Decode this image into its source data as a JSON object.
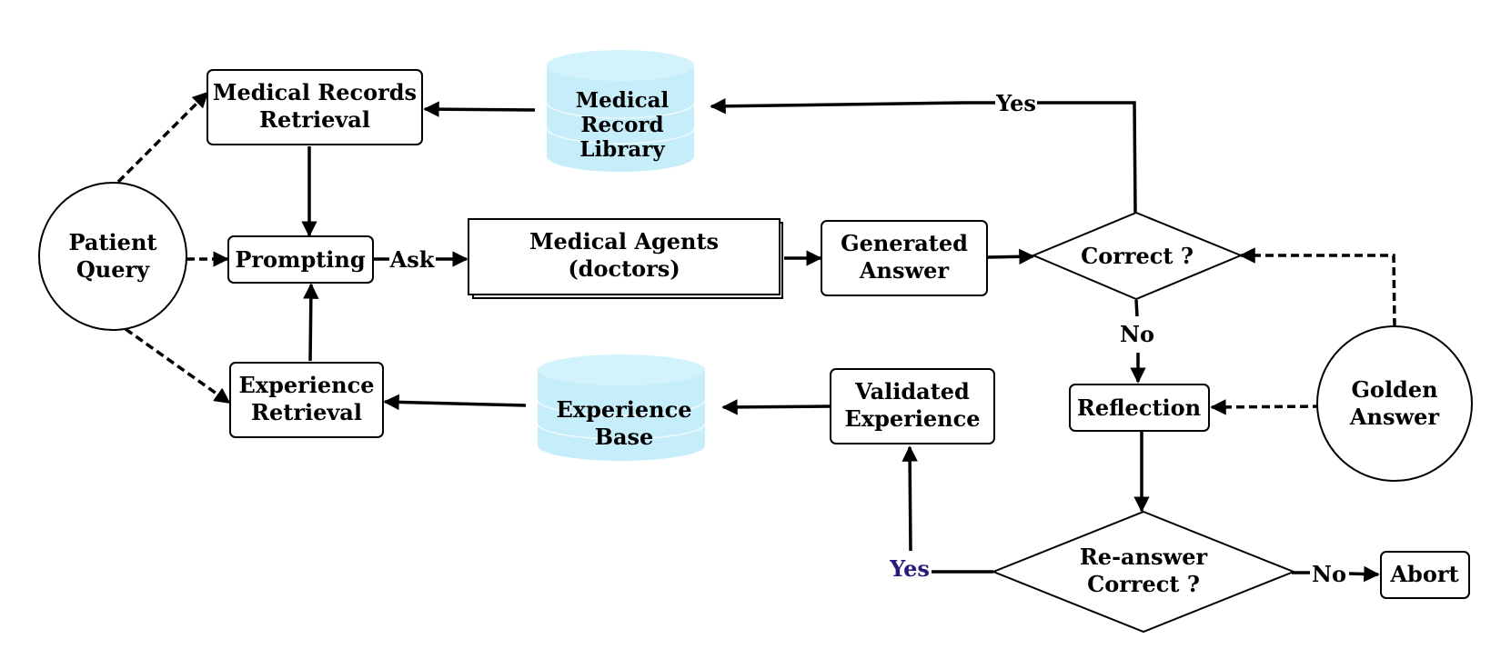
{
  "nodes": {
    "patient_query": [
      "Patient",
      "Query"
    ],
    "golden_answer": [
      "Golden",
      "Answer"
    ],
    "medical_records_retrieval": [
      "Medical Records",
      "Retrieval"
    ],
    "prompting": "Prompting",
    "experience_retrieval": [
      "Experience",
      "Retrieval"
    ],
    "medical_record_library": [
      "Medical",
      "Record",
      "Library"
    ],
    "medical_agents": [
      "Medical Agents",
      "(doctors)"
    ],
    "generated_answer": [
      "Generated",
      "Answer"
    ],
    "correct": "Correct ?",
    "reflection": "Reflection",
    "reanswer_correct": [
      "Re-answer",
      "Correct ?"
    ],
    "abort": "Abort",
    "validated_experience": [
      "Validated",
      "Experience"
    ],
    "experience_base": [
      "Experience",
      "Base"
    ]
  },
  "edge_labels": {
    "ask": "Ask",
    "yes_top": "Yes",
    "no_mid": "No",
    "no_right": "No",
    "yes_bottom": "Yes"
  },
  "colors": {
    "database_fill": "#c6eefa",
    "yes_bottom_text": "#2a1a7a"
  }
}
